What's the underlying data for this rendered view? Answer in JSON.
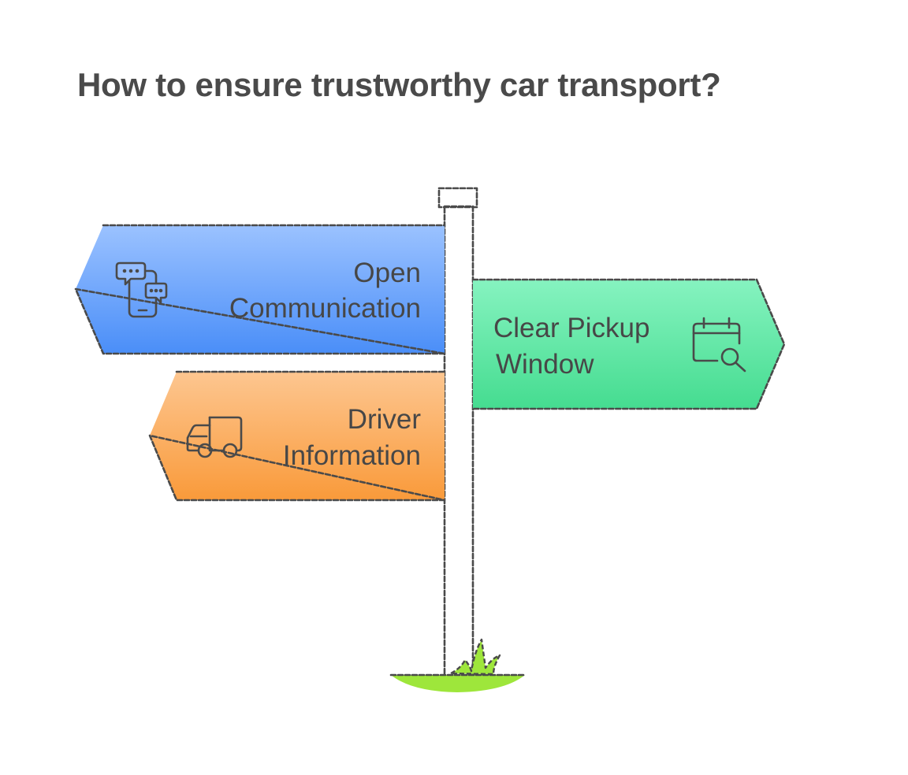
{
  "title": "How to ensure trustworthy car transport?",
  "signs": [
    {
      "id": "open-communication",
      "lines": [
        "Open",
        "Communication"
      ],
      "color_top": "#9bc2ff",
      "color_bottom": "#4a8ef8",
      "icon": "chat-phone-icon",
      "direction": "left"
    },
    {
      "id": "clear-pickup-window",
      "lines": [
        "Clear Pickup",
        "Window"
      ],
      "color_top": "#86f3c0",
      "color_bottom": "#45dc90",
      "icon": "calendar-search-icon",
      "direction": "right"
    },
    {
      "id": "driver-information",
      "lines": [
        "Driver",
        "Information"
      ],
      "color_top": "#fdc690",
      "color_bottom": "#f99a3a",
      "icon": "truck-icon",
      "direction": "left"
    }
  ],
  "post_color": "#e2e2e2",
  "grass_color": "#9ee63b"
}
